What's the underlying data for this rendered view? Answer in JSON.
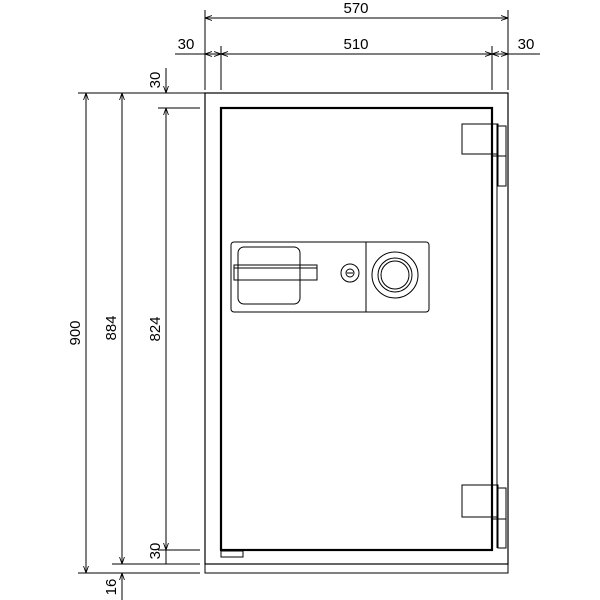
{
  "dimensions": {
    "overall_width": "570",
    "door_width": "510",
    "left_side": "30",
    "right_side": "30",
    "top_offset": "30",
    "bottom_offset": "30",
    "overall_height": "900",
    "body_height": "884",
    "door_height": "824",
    "base_height": "16"
  },
  "icons": {
    "handle": "door-handle-icon",
    "key_lock": "key-lock-icon",
    "dial": "combination-dial-icon",
    "hinge": "hinge-icon"
  }
}
